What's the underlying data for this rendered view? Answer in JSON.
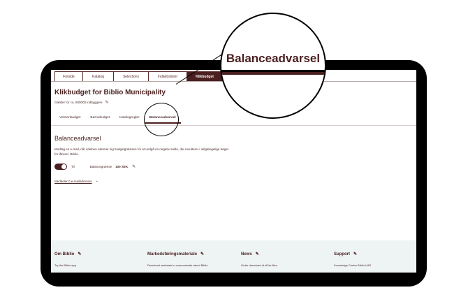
{
  "topnav": {
    "tabs": [
      {
        "label": "Forside",
        "active": false
      },
      {
        "label": "Katalog",
        "active": false
      },
      {
        "label": "Selections",
        "active": false
      },
      {
        "label": "Indkøbslister",
        "active": false
      },
      {
        "label": "Klikbudget",
        "active": true
      }
    ]
  },
  "page": {
    "title": "Klikbudget for Biblio Municipality",
    "subtitle": "Gælder for ca. 600000 indbyggere"
  },
  "subtabs": [
    {
      "label": "Voksenbudget",
      "active": false
    },
    {
      "label": "Børnebudget",
      "active": false
    },
    {
      "label": "Katalogregler",
      "active": false
    },
    {
      "label": "Balanceadvarsel",
      "active": true
    }
  ],
  "section": {
    "title": "Balanceadvarsel",
    "description": "Modtag en e-mail, når saldoen nærmer sig budgetgrænsen for at undgå en negativ saldo, der resulterer i utilgængelige bøger for lånere i Biblio.",
    "toggle_label": "Til",
    "toggle_on": true,
    "limit_label": "Balancegrænse",
    "limit_value": "100 SEK",
    "emails_link": "Meddeler 0 e-mailadresser"
  },
  "footer": {
    "columns": [
      {
        "heading": "Om Biblio",
        "link": "Try the Biblio app"
      },
      {
        "heading": "Markedsføringsmateriale",
        "link": "Download materials to communicate about Biblio"
      },
      {
        "heading": "News",
        "link": "Order download of ePub files"
      },
      {
        "heading": "Support",
        "link": "Knowledge Center Biblio LMS"
      }
    ]
  },
  "magnifier": {
    "label": "Balanceadvarsel"
  },
  "colors": {
    "brand": "#4b1f1f",
    "footer_bg": "#eef3f3",
    "device": "#000000"
  }
}
